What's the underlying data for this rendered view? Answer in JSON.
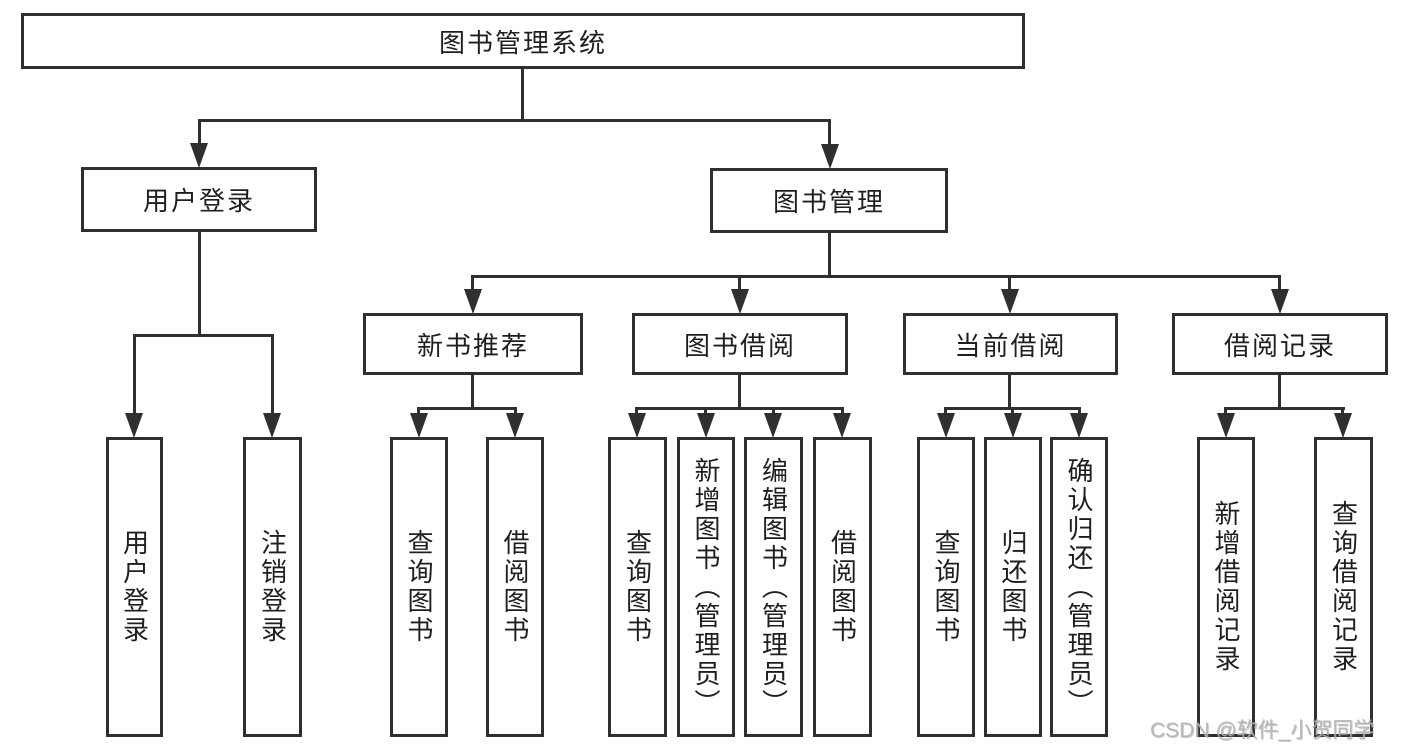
{
  "diagram": {
    "title": "图书管理系统",
    "type": "hierarchy-diagram",
    "colors": {
      "line": "#2f2f2f",
      "background": "#ffffff",
      "text": "#1f1f1f",
      "watermark": "#b2b2b2"
    },
    "watermark": "CSDN @软件_小贺同学"
  },
  "tree": {
    "root": {
      "label": "图书管理系统"
    },
    "children": [
      {
        "label": "用户登录",
        "children": [
          {
            "label": "用户登录"
          },
          {
            "label": "注销登录"
          }
        ]
      },
      {
        "label": "图书管理",
        "children": [
          {
            "label": "新书推荐",
            "children": [
              {
                "label": "查询图书"
              },
              {
                "label": "借阅图书"
              }
            ]
          },
          {
            "label": "图书借阅",
            "children": [
              {
                "label": "查询图书"
              },
              {
                "label": "新增图书（管理员）"
              },
              {
                "label": "编辑图书（管理员）"
              },
              {
                "label": "借阅图书"
              }
            ]
          },
          {
            "label": "当前借阅",
            "children": [
              {
                "label": "查询图书"
              },
              {
                "label": "归还图书"
              },
              {
                "label": "确认归还（管理员）"
              }
            ]
          },
          {
            "label": "借阅记录",
            "children": [
              {
                "label": "新增借阅记录"
              },
              {
                "label": "查询借阅记录"
              }
            ]
          }
        ]
      }
    ]
  }
}
